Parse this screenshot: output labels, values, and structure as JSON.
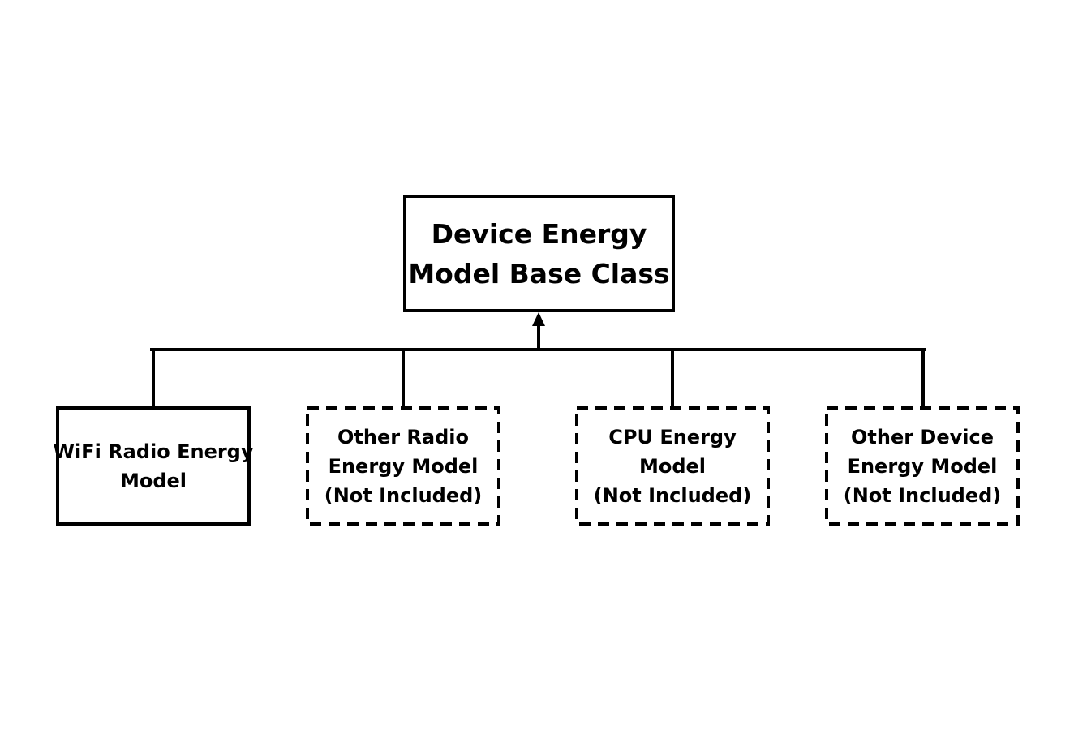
{
  "diagram": {
    "base": {
      "lines": [
        "Device Energy",
        "Model Base Class"
      ]
    },
    "children": [
      {
        "id": "wifi",
        "lines": [
          "WiFi Radio Energy",
          "Model"
        ],
        "style": "solid"
      },
      {
        "id": "radio",
        "lines": [
          "Other Radio",
          "Energy Model",
          "(Not Included)"
        ],
        "style": "dashed"
      },
      {
        "id": "cpu",
        "lines": [
          "CPU Energy",
          "Model",
          "(Not Included)"
        ],
        "style": "dashed"
      },
      {
        "id": "device",
        "lines": [
          "Other Device",
          "Energy Model",
          "(Not Included)"
        ],
        "style": "dashed"
      }
    ],
    "edges": [
      {
        "from": "wifi",
        "to": "base",
        "kind": "inheritance-arrow"
      },
      {
        "from": "radio",
        "to": "base",
        "kind": "inheritance-arrow"
      },
      {
        "from": "cpu",
        "to": "base",
        "kind": "inheritance-arrow"
      },
      {
        "from": "device",
        "to": "base",
        "kind": "inheritance-arrow"
      }
    ],
    "colors": {
      "stroke": "#000000",
      "background": "#ffffff",
      "text": "#000000"
    }
  }
}
